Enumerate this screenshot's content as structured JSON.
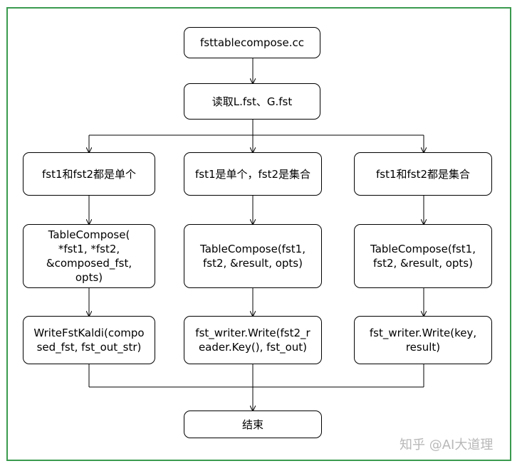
{
  "diagram": {
    "start": "fsttablecompose.cc",
    "read": "读取L.fst、G.fst",
    "branches": [
      {
        "condition": "fst1和fst2都是单个",
        "compose": "TableCompose(\n*fst1, *fst2,\n&composed_fst,\nopts)",
        "write": "WriteFstKaldi(compo\nsed_fst, fst_out_str)"
      },
      {
        "condition": "fst1是单个，fst2是集合",
        "compose": "TableCompose(fst1,\nfst2, &result, opts)",
        "write": "fst_writer.Write(fst2_r\neader.Key(), fst_out)"
      },
      {
        "condition": "fst1和fst2都是集合",
        "compose": "TableCompose(fst1,\nfst2, &result, opts)",
        "write": "fst_writer.Write(key,\nresult)"
      }
    ],
    "end": "结束"
  },
  "watermark": "知乎 @AI大道理",
  "colors": {
    "frame": "#3a9a4e",
    "line": "#000000",
    "watermark": "#b8b8b8"
  }
}
